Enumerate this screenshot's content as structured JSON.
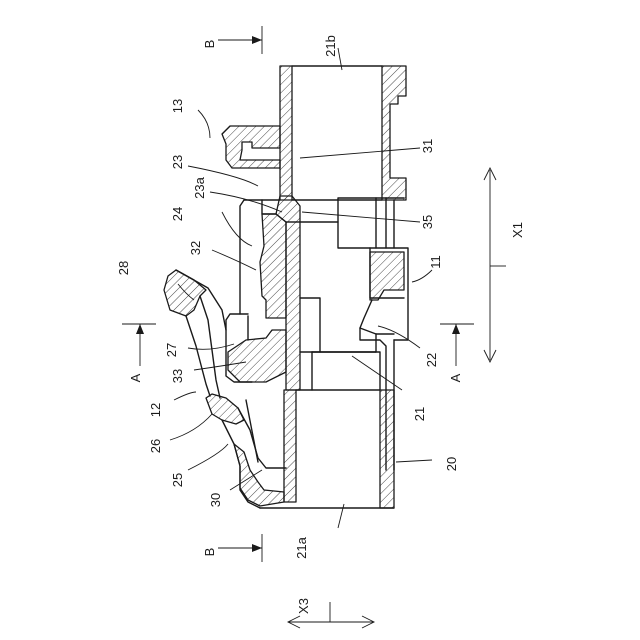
{
  "diagram": {
    "labels": {
      "l13": "13",
      "l21b": "21b",
      "l31": "31",
      "l23": "23",
      "l23a": "23a",
      "l24": "24",
      "l35": "35",
      "l32": "32",
      "l11": "11",
      "l28": "28",
      "lX1": "X1",
      "l27": "27",
      "l33": "33",
      "l22": "22",
      "lA1": "A",
      "lA2": "A",
      "l12": "12",
      "l21": "21",
      "l26": "26",
      "l25": "25",
      "l20": "20",
      "l30": "30",
      "lB1": "B",
      "lB2": "B",
      "l21a": "21a",
      "lX3": "X3"
    }
  }
}
